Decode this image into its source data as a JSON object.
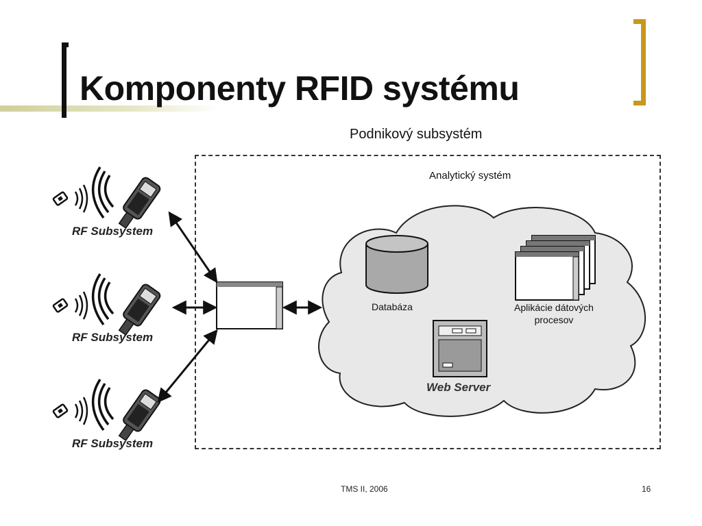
{
  "slide": {
    "title": "Komponenty RFID systému",
    "footer": "TMS II, 2006",
    "page_number": "16"
  },
  "diagram": {
    "enterprise_label": "Podnikový subsystém",
    "analytics_label": "Analytický systém",
    "rf_subsystems": [
      {
        "label": "RF Subsystem"
      },
      {
        "label": "RF Subsystem"
      },
      {
        "label": "RF Subsystem"
      }
    ],
    "database_label": "Databáza",
    "apps_label_line1": "Aplikácie dátových",
    "apps_label_line2": "procesov",
    "web_server_label": "Web Server"
  },
  "colors": {
    "accent_gold": "#c9961e",
    "cloud_fill": "#e8e8e8",
    "database_fill": "#a9a9a9"
  }
}
